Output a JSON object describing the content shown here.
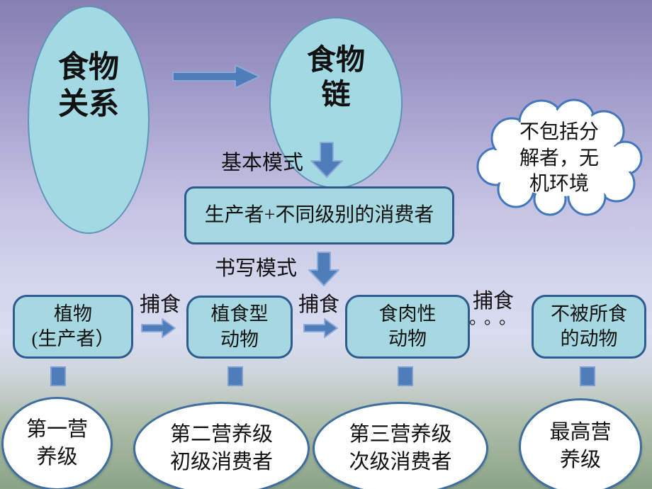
{
  "slide": {
    "title_ellipses": {
      "food_relation": {
        "line1": "食物",
        "line2": "关系"
      },
      "food_chain": {
        "line1": "食物",
        "line2": "链"
      }
    },
    "labels": {
      "basic_model": "基本模式",
      "writing_model": "书写模式",
      "predation": "捕食",
      "ellipsis_dots": "。。。"
    },
    "basic_model_box": "生产者+不同级别的消费者",
    "cloud_note": {
      "line1": "不包括分",
      "line2": "解者，无",
      "line3": "机环境"
    },
    "chain_boxes": [
      {
        "line1": "植物",
        "line2": "(生产者）"
      },
      {
        "line1": "植食型",
        "line2": "动物"
      },
      {
        "line1": "食肉性",
        "line2": "动物"
      },
      {
        "line1": "不被所食",
        "line2": "的动物"
      }
    ],
    "trophic_ellipses": [
      {
        "line1": "第一营",
        "line2": "养级"
      },
      {
        "line1": "第二营养级",
        "line2": "初级消费者"
      },
      {
        "line1": "第三营养级",
        "line2": "次级消费者"
      },
      {
        "line1": "最高营",
        "line2": "养级"
      }
    ],
    "colors": {
      "background_top": "#867fb2",
      "background_middle": "#d9dcf0",
      "background_bottom": "#8aa487",
      "shape_fill": "#a5d8e0",
      "shape_border": "#2e5c8e",
      "ellipse_border": "#5f93b8",
      "arrow_fill": "#4e7dba",
      "arrow_border": "#8fa9d9",
      "cloud_border": "#4377bd",
      "trophic_border": "#3f6e9e",
      "text": "#000000"
    }
  }
}
